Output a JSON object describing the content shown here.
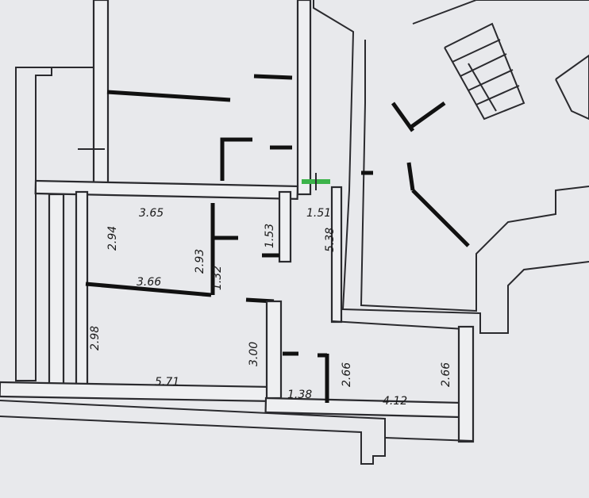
{
  "plan": {
    "dimensions": {
      "room_a_width": "3.65",
      "room_a_height": "2.94",
      "room_a_height_right": "2.93",
      "bath_height": "1.53",
      "hall_width": "1.51",
      "hall_length": "5.38",
      "corridor_width": "1.32",
      "room_b_width": "3.66",
      "room_c_height": "2.98",
      "room_c_height_right": "3.00",
      "room_c_width": "5.71",
      "closet_width": "1.38",
      "room_d_height_left": "2.66",
      "room_d_width": "4.12",
      "room_d_height_right": "2.66"
    },
    "colors": {
      "marker": "#3cb34a",
      "wall": "#2a2a2e",
      "paper": "#eeeff1"
    }
  }
}
